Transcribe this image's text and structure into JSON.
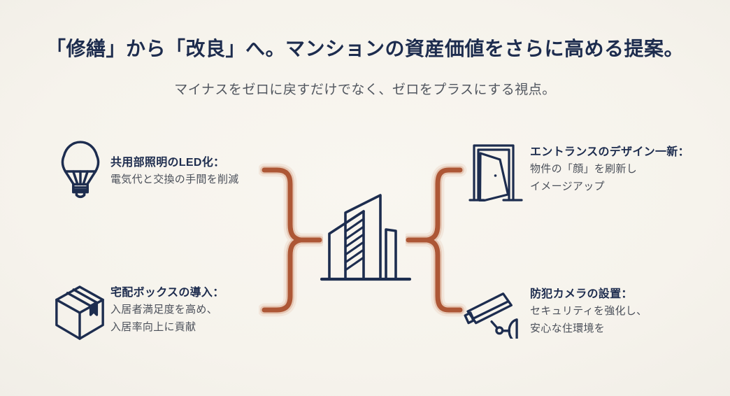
{
  "page": {
    "title": "「修繕」から「改良」へ。マンションの資産価値をさらに高める提案。",
    "subtitle": "マイナスをゼロに戻すだけでなく、ゼロをプラスにする視点。"
  },
  "items": [
    {
      "id": "led",
      "icon": "led-bulb-icon",
      "title": "共用部照明のLED化：",
      "lines": [
        "電気代と交換の手間を削減"
      ]
    },
    {
      "id": "entrance",
      "icon": "door-icon",
      "title": "エントランスのデザイン一新：",
      "lines": [
        "物件の「顔」を刷新し",
        "イメージアップ"
      ]
    },
    {
      "id": "delivery-box",
      "icon": "package-box-icon",
      "title": "宅配ボックスの導入：",
      "lines": [
        "入居者満足度を高め、",
        "入居率向上に貢献"
      ]
    },
    {
      "id": "security-camera",
      "icon": "security-camera-icon",
      "title": "防犯カメラの設置：",
      "lines": [
        "セキュリティを強化し、",
        "安心な住環境を"
      ]
    }
  ],
  "center": {
    "icon": "building-icon"
  },
  "colors": {
    "background": "#f6f3ec",
    "navy": "#1d2c4e",
    "body_text": "#4b505a",
    "brace": "#ad5736"
  }
}
